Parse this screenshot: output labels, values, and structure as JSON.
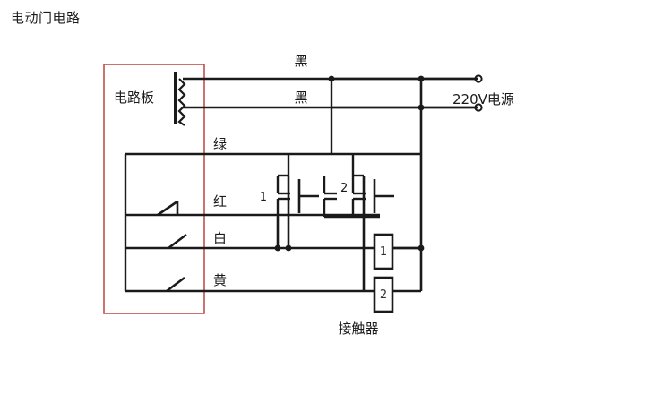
{
  "diagram": {
    "title": "电动门电路",
    "type": "schematic",
    "colors": {
      "wire": "#1a1a1a",
      "enclosure": "#c0504d",
      "background": "#ffffff",
      "text": "#1a1a1a"
    },
    "enclosure": {
      "name": "circuit-board-enclosure",
      "label": "电路板",
      "stroke": "#c0504d"
    },
    "power": {
      "label": "220V电源",
      "terminal_count": 2
    },
    "wires": [
      {
        "id": "black-1",
        "label": "黑",
        "color_name": "black"
      },
      {
        "id": "black-2",
        "label": "黑",
        "color_name": "black"
      },
      {
        "id": "green",
        "label": "绿",
        "color_name": "green"
      },
      {
        "id": "red",
        "label": "红",
        "color_name": "red"
      },
      {
        "id": "white",
        "label": "白",
        "color_name": "white"
      },
      {
        "id": "yellow",
        "label": "黄",
        "color_name": "yellow"
      }
    ],
    "switches": [
      {
        "id": "switch-red",
        "wire": "红",
        "state": "open"
      },
      {
        "id": "switch-white",
        "wire": "白",
        "state": "open"
      },
      {
        "id": "switch-yellow",
        "wire": "黄",
        "state": "open"
      }
    ],
    "contacts": [
      {
        "id": "contact-1",
        "label": "1"
      },
      {
        "id": "contact-2",
        "label": "2"
      }
    ],
    "contactor": {
      "label": "接触器",
      "coils": [
        {
          "id": "coil-1",
          "label": "1"
        },
        {
          "id": "coil-2",
          "label": "2"
        }
      ]
    },
    "transformer": {
      "name": "transformer-coil",
      "winding_turns": 5
    }
  }
}
